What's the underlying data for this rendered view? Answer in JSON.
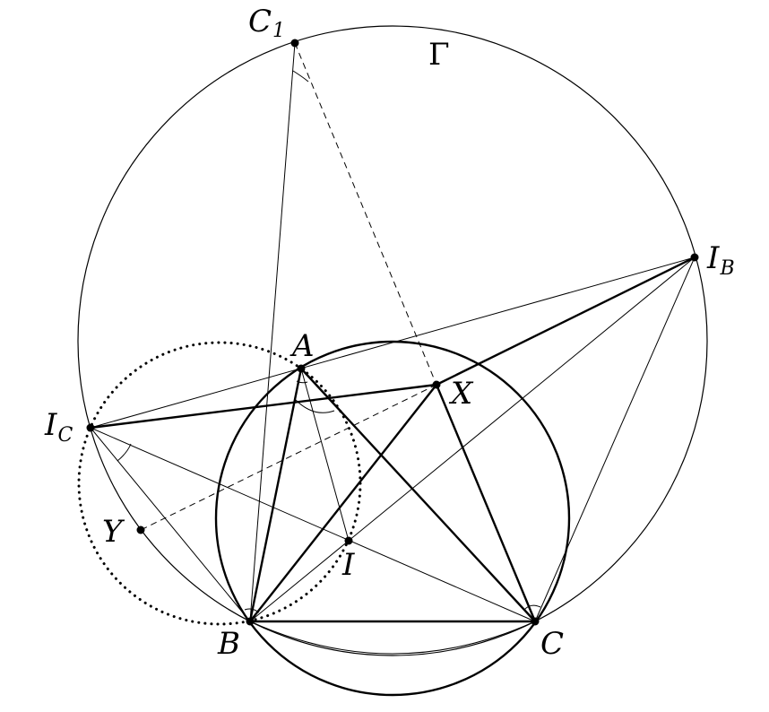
{
  "diagram": {
    "circle_label": "Γ",
    "points": {
      "A": {
        "label": "A",
        "sub": ""
      },
      "B": {
        "label": "B",
        "sub": ""
      },
      "C": {
        "label": "C",
        "sub": ""
      },
      "I": {
        "label": "I",
        "sub": ""
      },
      "X": {
        "label": "X",
        "sub": ""
      },
      "Y": {
        "label": "Y",
        "sub": ""
      },
      "C1": {
        "label": "C",
        "sub": "1"
      },
      "IB": {
        "label": "I",
        "sub": "B"
      },
      "IC": {
        "label": "I",
        "sub": "C"
      }
    }
  }
}
